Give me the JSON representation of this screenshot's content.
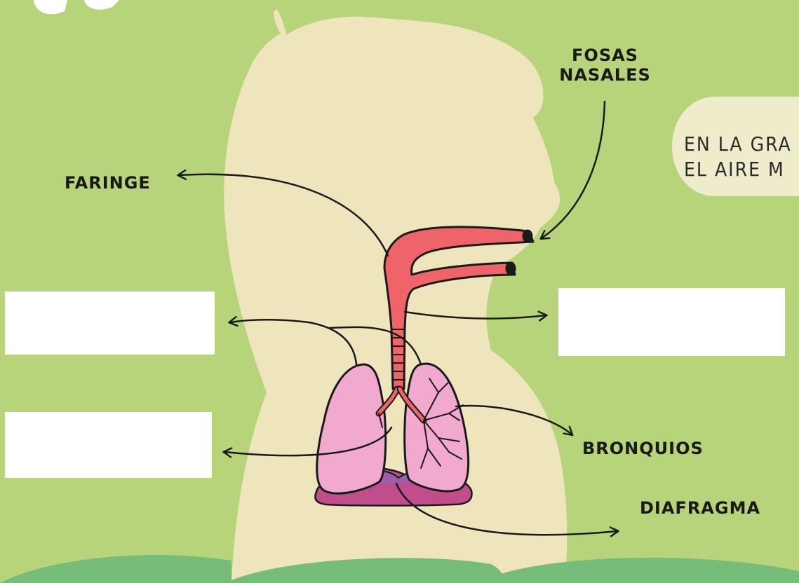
{
  "labels": {
    "fosas_nasales_line1": "FOSAS",
    "fosas_nasales_line2": "NASALES",
    "faringe": "FARINGE",
    "bronquios": "BRONQUIOS",
    "diafragma": "DIAFRAGMA"
  },
  "bubble": {
    "line1": "EN LA GRA",
    "line2": "EL AIRE M"
  },
  "blank_boxes": [
    "",
    "",
    ""
  ],
  "colors": {
    "background": "#b8d47b",
    "silhouette": "#efe5bd",
    "trachea": "#ee6469",
    "lungs": "#f1a9cd",
    "diaphragm": "#c04e8c",
    "hills": "#76bd79",
    "bubble": "#efeccc"
  }
}
